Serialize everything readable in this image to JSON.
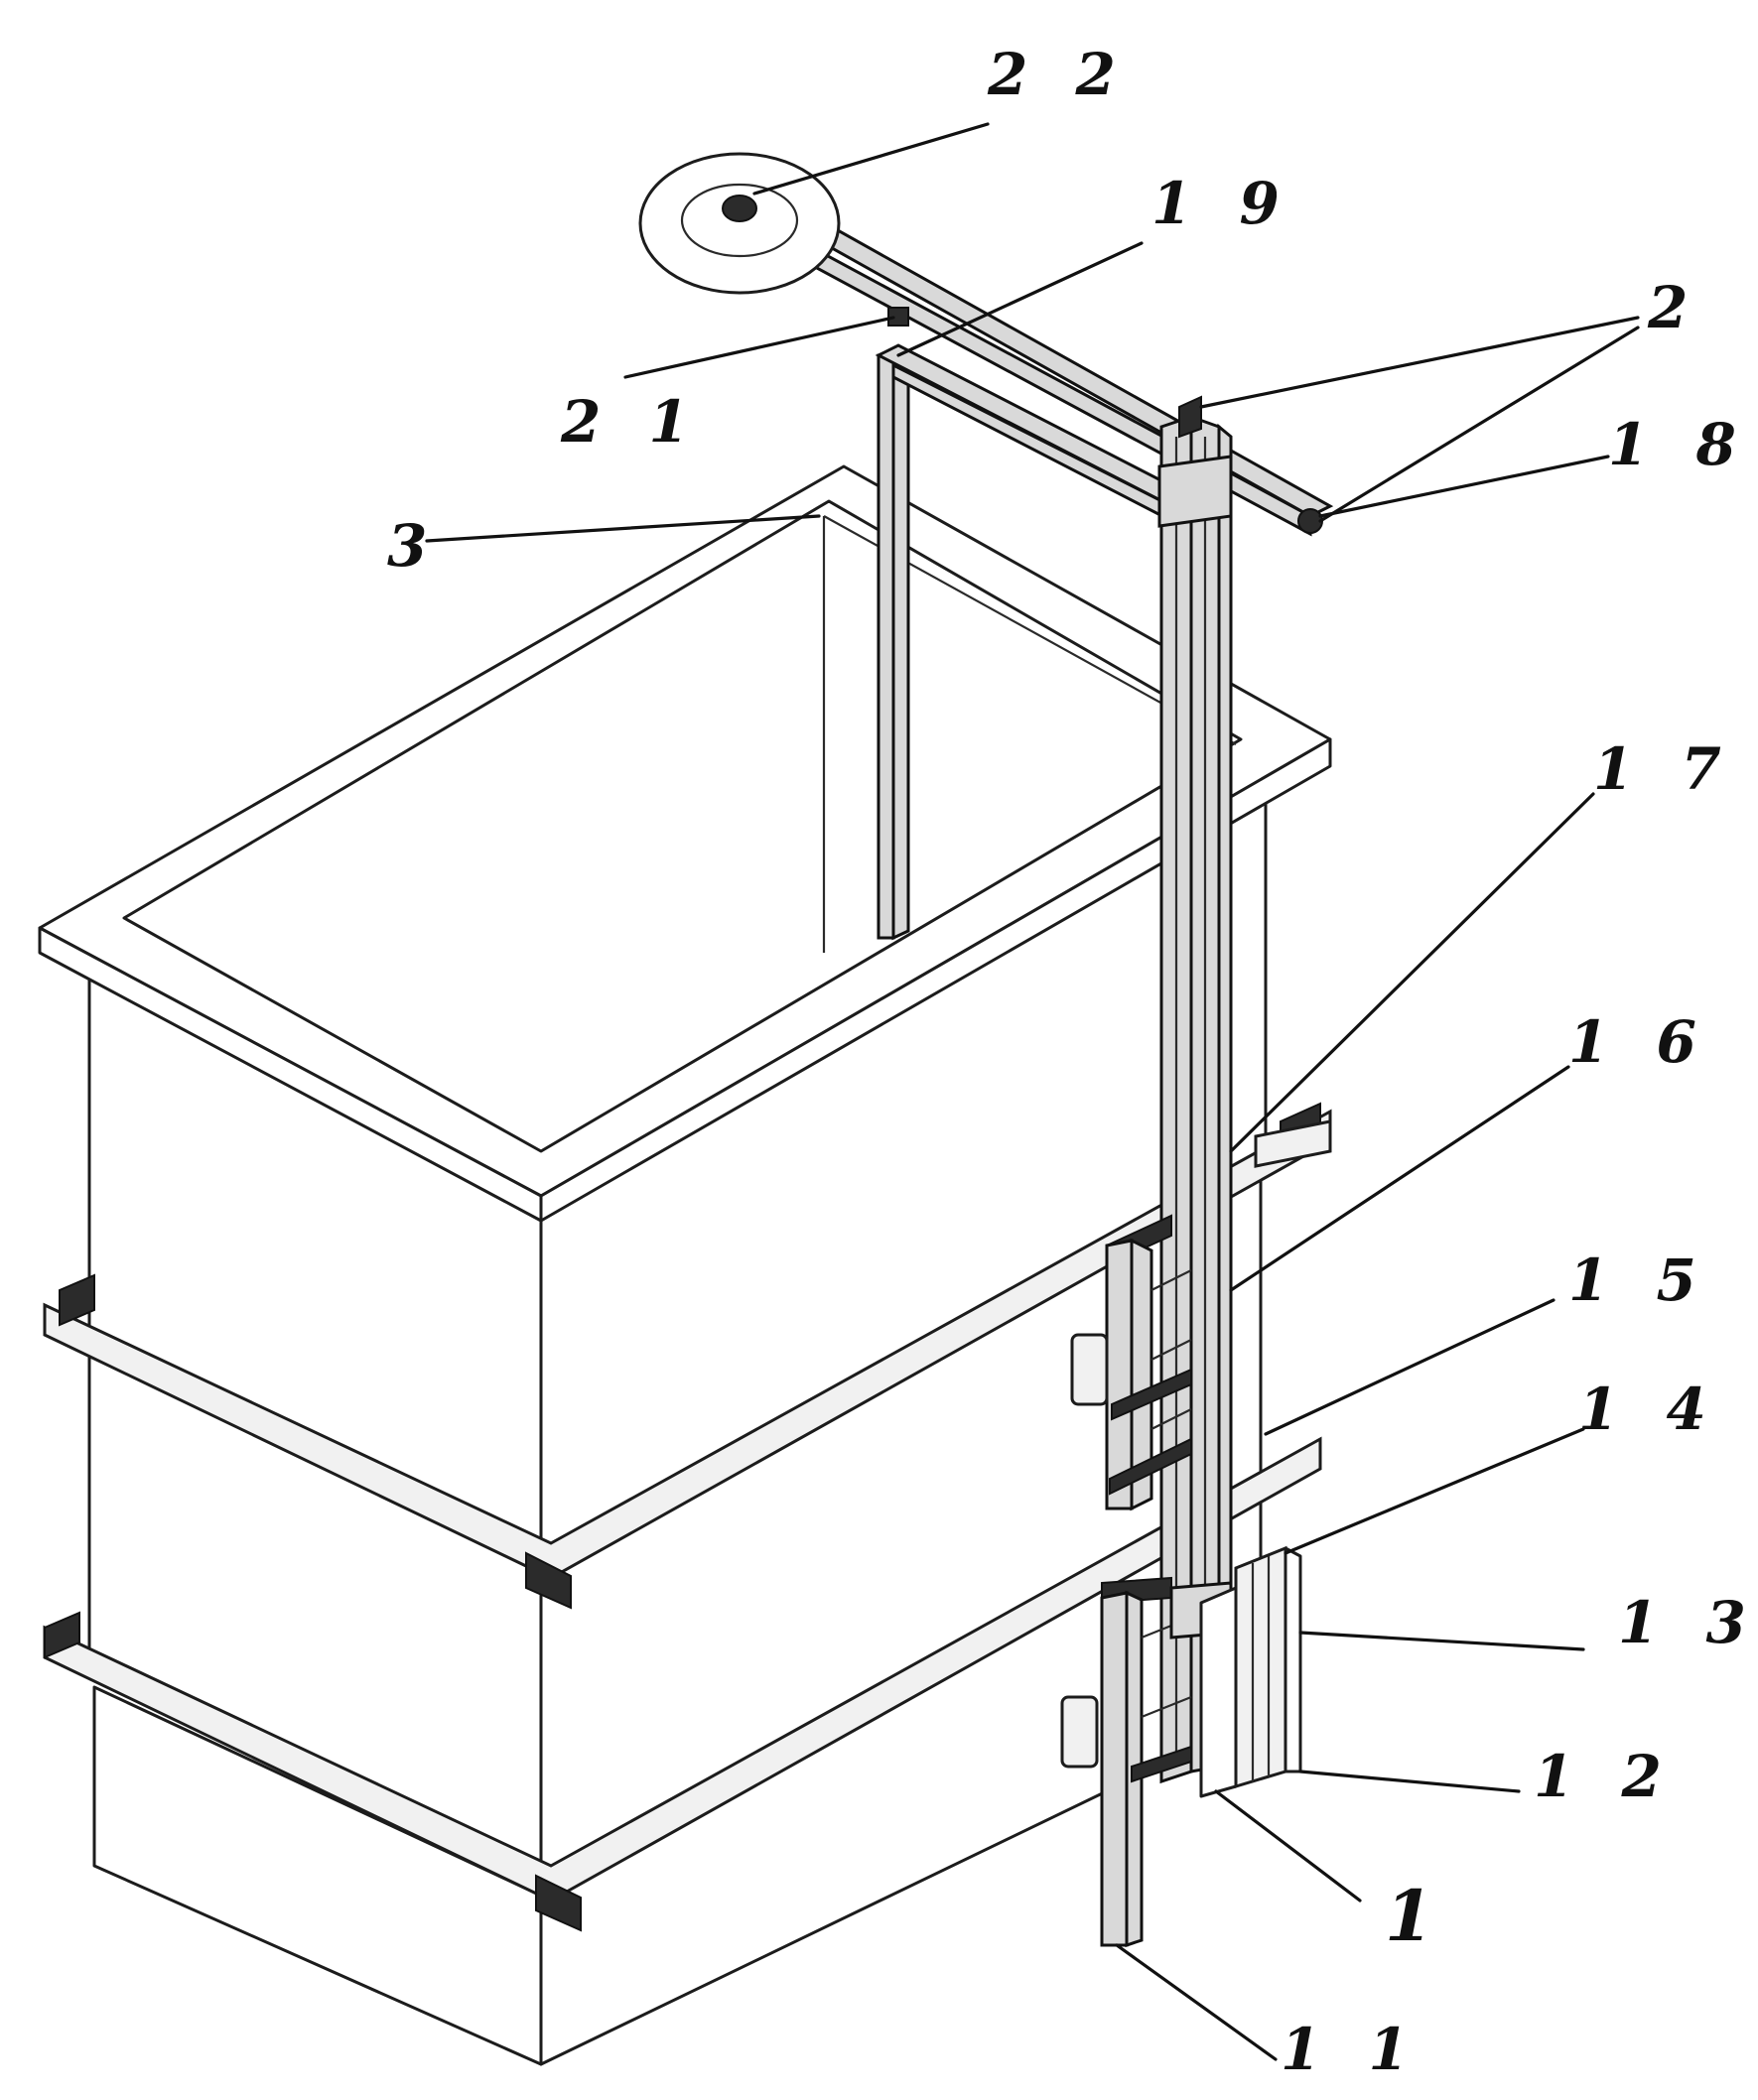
{
  "callouts": {
    "c22": "2 2",
    "c19": "1 9",
    "c21": "2 1",
    "c2": "2",
    "c18": "1 8",
    "c3": "3",
    "c17": "1 7",
    "c16": "1 6",
    "c15": "1 5",
    "c14": "1 4",
    "c13": "1 3",
    "c12": "1 2",
    "c1": "1",
    "c11": "1 1"
  }
}
